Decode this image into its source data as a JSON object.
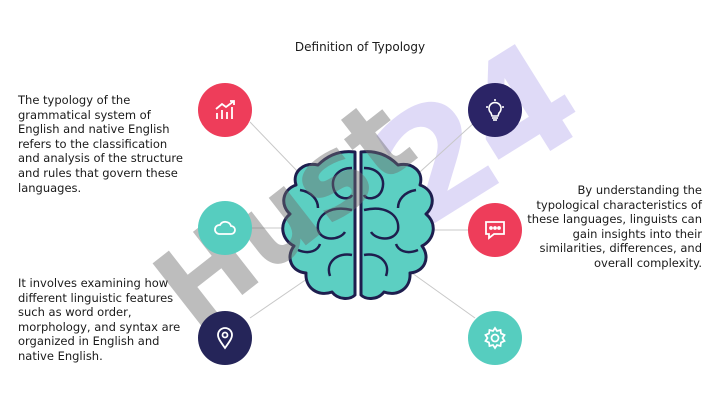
{
  "title": "Definition of Typology",
  "texts": {
    "left_top": "The typology of the grammatical system of English and native English refers to the classification and analysis of the structure and rules that govern these languages.",
    "right": "By understanding the typological characteristics of these languages, linguists can gain insights into their similarities, differences, and overall complexity.",
    "left_bottom": "It involves examining how different linguistic features such as word order, morphology, and syntax are organized in English and native English."
  },
  "watermarks": {
    "gray": "Hust",
    "violet": "24"
  },
  "nodes": [
    {
      "icon": "chart-growth-icon",
      "color": "#ee3d5a"
    },
    {
      "icon": "cloud-icon",
      "color": "#56cdbf"
    },
    {
      "icon": "location-pin-icon",
      "color": "#252559"
    },
    {
      "icon": "lightbulb-icon",
      "color": "#2b2466"
    },
    {
      "icon": "chat-bubble-icon",
      "color": "#ee3d5a"
    },
    {
      "icon": "gear-icon",
      "color": "#56cdbf"
    }
  ],
  "brain": {
    "fill": "#5ccfc2",
    "stroke": "#1e1e4e"
  }
}
